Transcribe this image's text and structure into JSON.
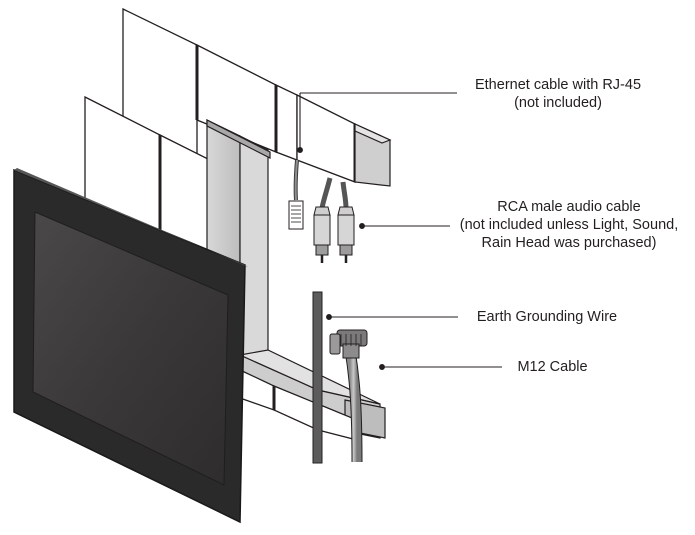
{
  "callouts": {
    "ethernet": {
      "line1": "Ethernet cable with RJ-45",
      "line2": "(not included)"
    },
    "rca": {
      "line1": "RCA male audio cable",
      "line2": "(not included unless Light, Sound,",
      "line3": "Rain Head was purchased)"
    },
    "ground": {
      "line1": "Earth Grounding Wire"
    },
    "m12": {
      "line1": "M12 Cable"
    }
  },
  "colors": {
    "outline": "#231f20",
    "panel_fill": "#ffffff",
    "frame_gray": "#cfcfcf",
    "frame_shadow": "#9c9c9c",
    "screen_bezel": "#2b2a2a",
    "screen_glass": "#3e3c3c",
    "cable_dark": "#6a6a6a",
    "cable_light": "#b5b5b5"
  }
}
